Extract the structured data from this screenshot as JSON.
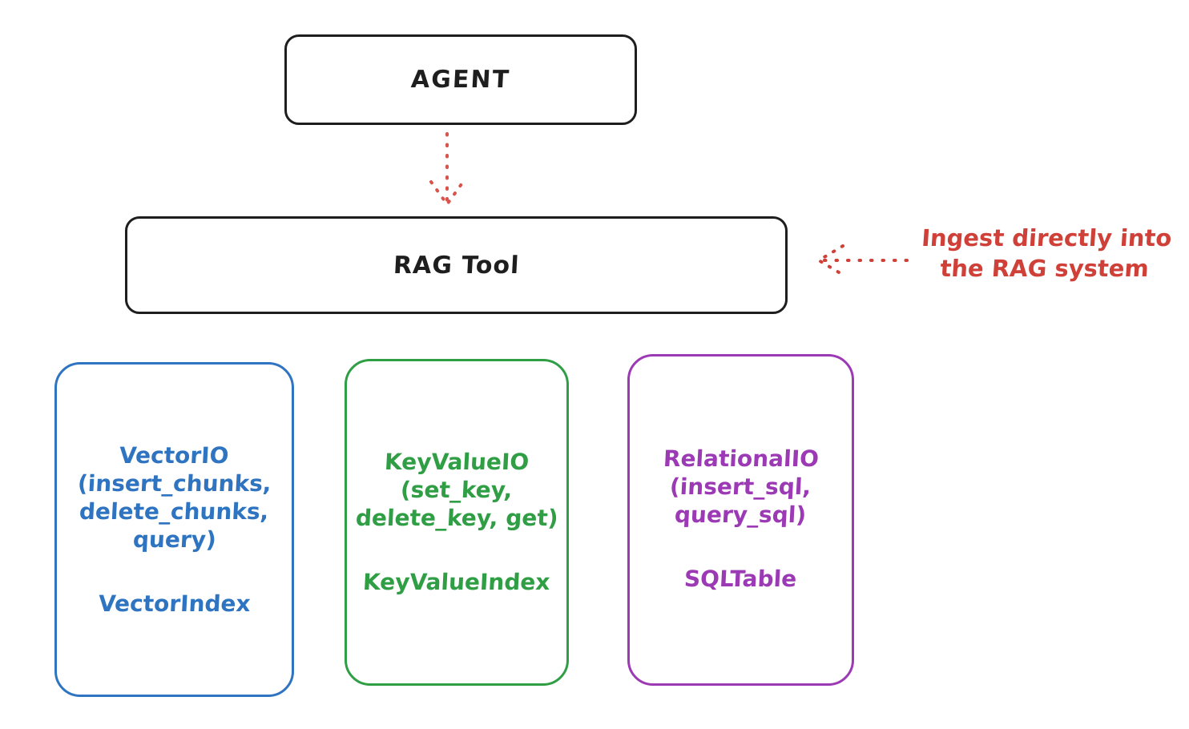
{
  "diagram": {
    "title_hint": "RAG Tool architecture sketch",
    "colors": {
      "stroke_black": "#1e1e1e",
      "accent_red": "#cf4038",
      "vector_blue": "#2f74c0",
      "keyvalue_green": "#2f9e44",
      "relational_purple": "#9c3ab5",
      "background": "#ffffff"
    },
    "nodes": {
      "agent": {
        "label": "AGENT"
      },
      "rag_tool": {
        "label": "RAG Tool"
      }
    },
    "stores": {
      "vector": {
        "line1": "VectorIO",
        "line2": "(insert_chunks,",
        "line3": "delete_chunks,",
        "line4": "query)",
        "index": "VectorIndex"
      },
      "keyvalue": {
        "line1": "KeyValueIO",
        "line2": "(set_key,",
        "line3": "delete_key, get)",
        "index": "KeyValueIndex"
      },
      "relational": {
        "line1": "RelationalIO",
        "line2": "(insert_sql,",
        "line3": "query_sql)",
        "index": "SQLTable"
      }
    },
    "annotation": {
      "line1": "Ingest directly into",
      "line2": "the RAG system"
    },
    "connectors": {
      "agent_to_rag": "dotted-red-down-arrow",
      "annotation_to_rag": "dotted-red-left-arrow"
    }
  }
}
